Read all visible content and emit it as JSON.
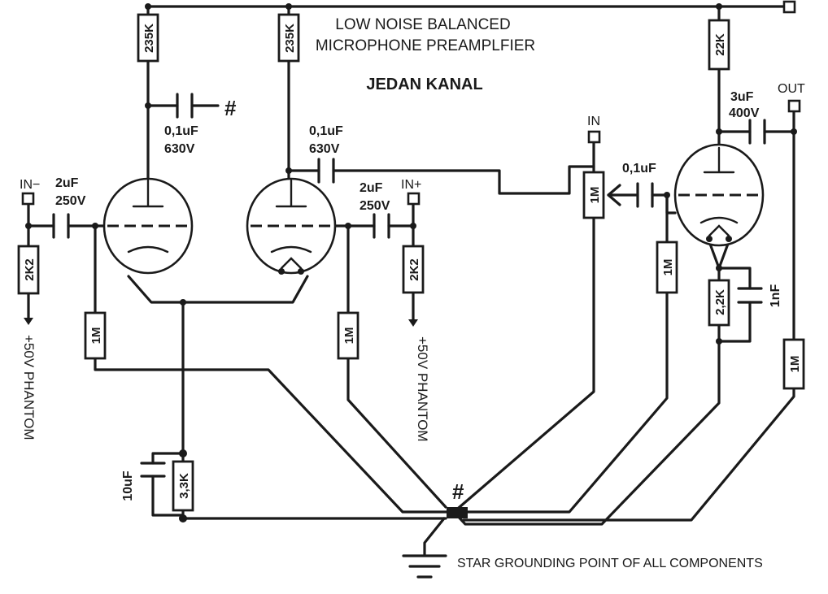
{
  "title": {
    "line1": "LOW NOISE BALANCED",
    "line2": "MICROPHONE PREAMPLFIER"
  },
  "subtitle": "JEDAN KANAL",
  "resistors": {
    "r_plate_1": "235K",
    "r_plate_2": "235K",
    "r_plate_out": "22K",
    "r_in_minus": "2K2",
    "r_in_plus": "2K2",
    "r_grid_1": "1M",
    "r_grid_2": "1M",
    "r_cathode": "3,3K",
    "r_pot": "1M",
    "r_grid_out": "1M",
    "r_cathode_out": "2,2K",
    "r_out": "1M"
  },
  "capacitors": {
    "c_decouple": {
      "value": "0,1uF",
      "voltage": "630V"
    },
    "c_couple": {
      "value": "0,1uF",
      "voltage": "630V"
    },
    "c_in_minus": {
      "value": "2uF",
      "voltage": "250V"
    },
    "c_in_plus": {
      "value": "2uF",
      "voltage": "250V"
    },
    "c_out_in": {
      "value": "0,1uF"
    },
    "c_out": {
      "value": "3uF",
      "voltage": "400V"
    },
    "c_cathode": {
      "value": "10uF"
    },
    "c_cathode_out": {
      "value": "1nF"
    }
  },
  "terminals": {
    "in_minus": "IN−",
    "in_plus": "IN+",
    "in": "IN",
    "out": "OUT"
  },
  "phantom": {
    "left": "+50V PHANTOM",
    "right": "+50V PHANTOM"
  },
  "hash_marks": {
    "decouple": "#",
    "star": "#"
  },
  "ground_note": "STAR GROUNDING POINT OF ALL COMPONENTS"
}
